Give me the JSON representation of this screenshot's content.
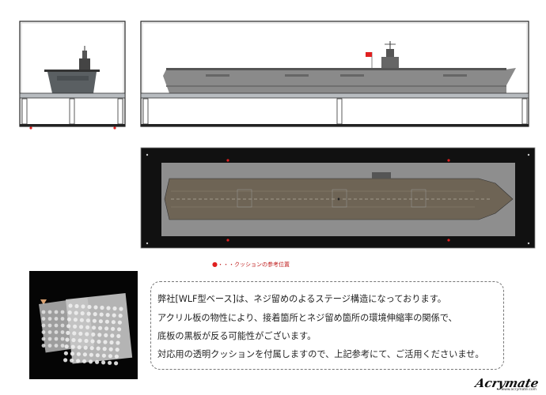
{
  "legend": {
    "marker": "●",
    "text": "・・・クッションの参考位置"
  },
  "note": {
    "lines": [
      "弊社[WLF型ベース]は、ネジ留めのよるステージ構造になっております。",
      "アクリル板の物性により、接着箇所とネジ留め箇所の環境伸縮率の関係で、",
      "底板の黒板が反る可能性がございます。",
      "対応用の透明クッションを付属しますので、上記参考にて、ご活用くださいませ。"
    ]
  },
  "brand": {
    "logo": "Acrymate",
    "url": "www.acrymate.com"
  },
  "colors": {
    "accent": "#e02020",
    "base_black": "#111111",
    "ship_gray": "#8a8a8a",
    "deck_brown": "#6e6455"
  }
}
